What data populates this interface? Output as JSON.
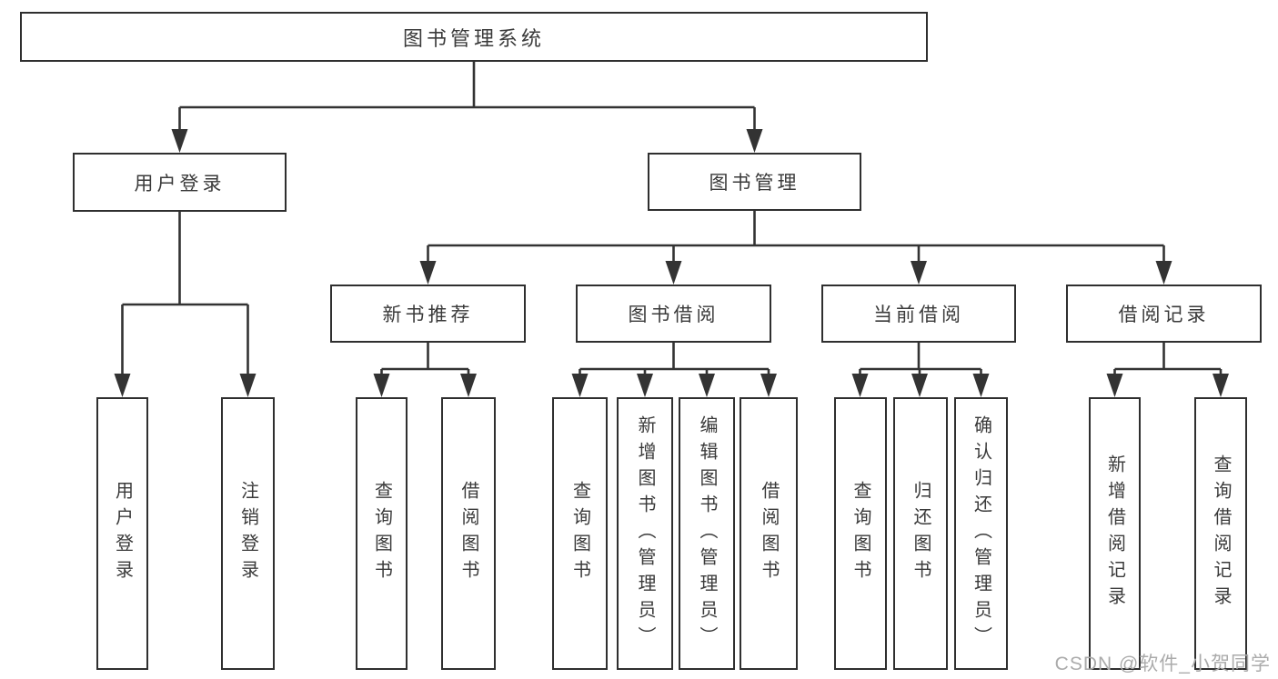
{
  "diagram": {
    "root": {
      "label": "图书管理系统"
    },
    "branches": [
      {
        "label": "用户登录",
        "children": [
          {
            "label": "用户登录"
          },
          {
            "label": "注销登录"
          }
        ]
      },
      {
        "label": "图书管理",
        "children": [
          {
            "label": "新书推荐",
            "children": [
              {
                "label": "查询图书"
              },
              {
                "label": "借阅图书"
              }
            ]
          },
          {
            "label": "图书借阅",
            "children": [
              {
                "label": "查询图书"
              },
              {
                "label": "新增图书（管理员）"
              },
              {
                "label": "编辑图书（管理员）"
              },
              {
                "label": "借阅图书"
              }
            ]
          },
          {
            "label": "当前借阅",
            "children": [
              {
                "label": "查询图书"
              },
              {
                "label": "归还图书"
              },
              {
                "label": "确认归还（管理员）"
              }
            ]
          },
          {
            "label": "借阅记录",
            "children": [
              {
                "label": "新增借阅记录"
              },
              {
                "label": "查询借阅记录"
              }
            ]
          }
        ]
      }
    ],
    "watermark": "CSDN @软件_小贺同学",
    "colors": {
      "line": "#333333",
      "border": "#2f2f2f",
      "text": "#3a3a3a",
      "background": "#ffffff",
      "watermark": "#ababab"
    }
  }
}
